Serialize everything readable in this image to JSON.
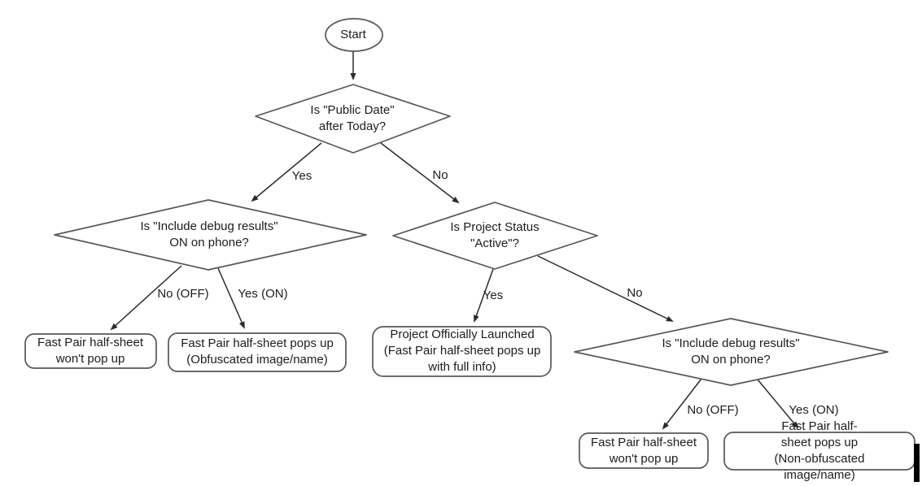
{
  "colors": {
    "shape_stroke": "#575757",
    "arrow": "#2b2b2b",
    "text": "#1c1c1c",
    "node_fill": "#ffffff",
    "background": "#ffffff"
  },
  "nodes": {
    "start": {
      "label": "Start"
    },
    "public_date": {
      "label": "Is \"Public Date\"\nafter Today?"
    },
    "debug_left": {
      "label": "Is \"Include debug results\"\nON on phone?"
    },
    "project_status": {
      "label": "Is Project Status\n\"Active\"?"
    },
    "debug_right": {
      "label": "Is \"Include debug results\"\nON on phone?"
    },
    "no_popup_left": {
      "label": "Fast Pair half-sheet\nwon't pop up"
    },
    "obfuscated": {
      "label": "Fast Pair half-sheet pops up\n(Obfuscated image/name)"
    },
    "launched": {
      "label": "Project Officially Launched\n(Fast Pair half-sheet pops up\nwith full info)"
    },
    "no_popup_right": {
      "label": "Fast Pair half-sheet\nwon't pop up"
    },
    "non_obfuscated": {
      "label": "Fast Pair half-sheet pops up\n(Non-obfuscated image/name)"
    }
  },
  "edge_labels": {
    "public_date_yes": "Yes",
    "public_date_no": "No",
    "debug_left_no": "No (OFF)",
    "debug_left_yes": "Yes (ON)",
    "project_status_yes": "Yes",
    "project_status_no": "No",
    "debug_right_no": "No (OFF)",
    "debug_right_yes": "Yes (ON)"
  }
}
